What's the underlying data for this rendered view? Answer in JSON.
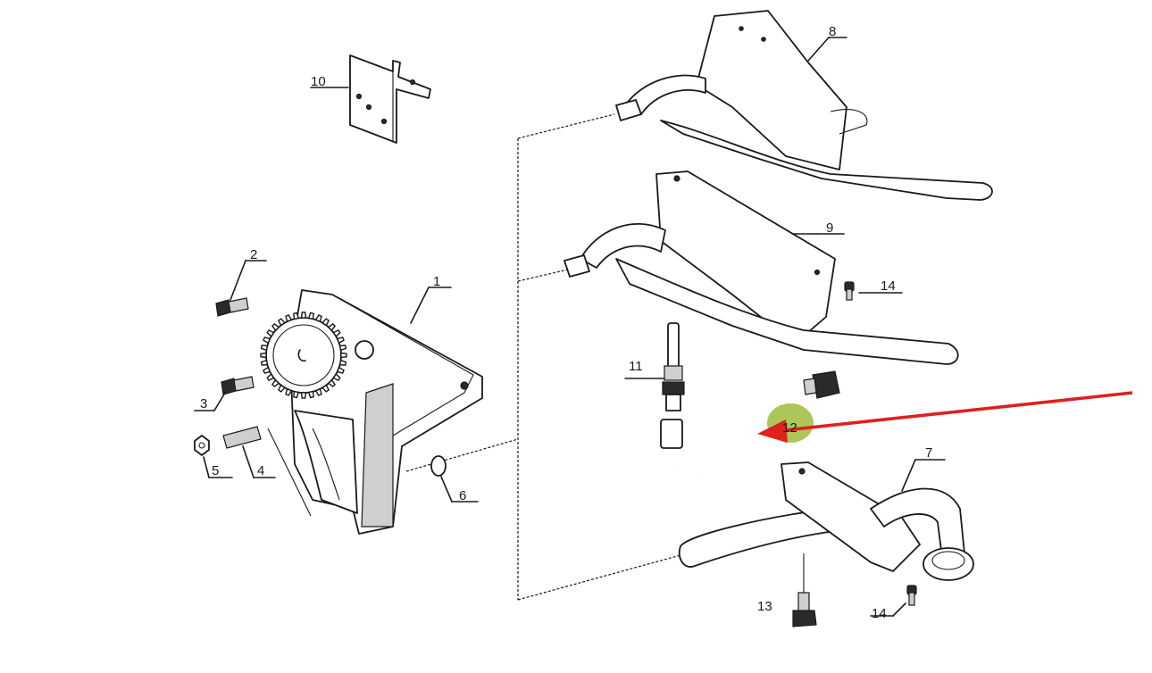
{
  "callouts": {
    "c1": "1",
    "c2": "2",
    "c3": "3",
    "c4": "4",
    "c5": "5",
    "c6": "6",
    "c7": "7",
    "c8": "8",
    "c9": "9",
    "c10": "10",
    "c11": "11",
    "c12": "12",
    "c13": "13",
    "c14a": "14",
    "c14b": "14"
  },
  "highlight": {
    "marker_color": "#a4c04a",
    "arrow_color": "#e0201c"
  },
  "icons": {
    "pointer": "red-arrow-icon",
    "highlight": "green-highlight-icon"
  }
}
